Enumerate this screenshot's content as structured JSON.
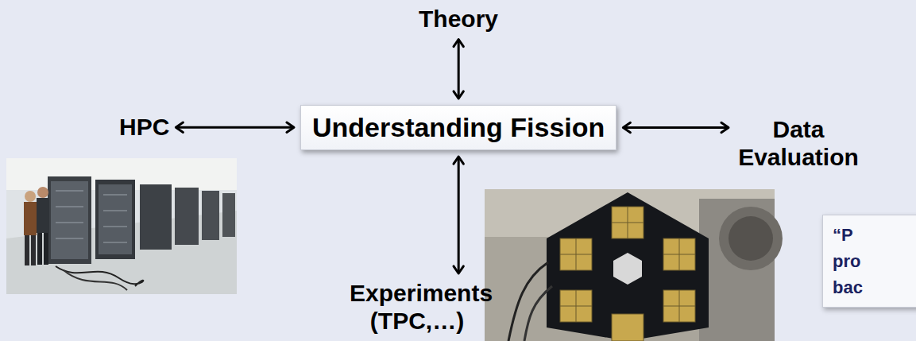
{
  "diagram": {
    "nodes": [
      {
        "text": [
          "Theory"
        ]
      },
      {
        "text": [
          "HPC"
        ]
      },
      {
        "text": [
          "Understanding Fission"
        ]
      },
      {
        "text": [
          "Data Evaluation"
        ]
      },
      {
        "text": [
          "Experiments (TPC,…)"
        ]
      },
      {
        "text": [
          "“P pro bac"
        ]
      }
    ],
    "edges": [
      {
        "from": 0,
        "to": 2,
        "arrow": "both"
      },
      {
        "from": 1,
        "to": 2,
        "arrow": "both"
      },
      {
        "from": 2,
        "to": 3,
        "arrow": "both"
      },
      {
        "from": 2,
        "to": 4,
        "arrow": "both"
      }
    ]
  }
}
